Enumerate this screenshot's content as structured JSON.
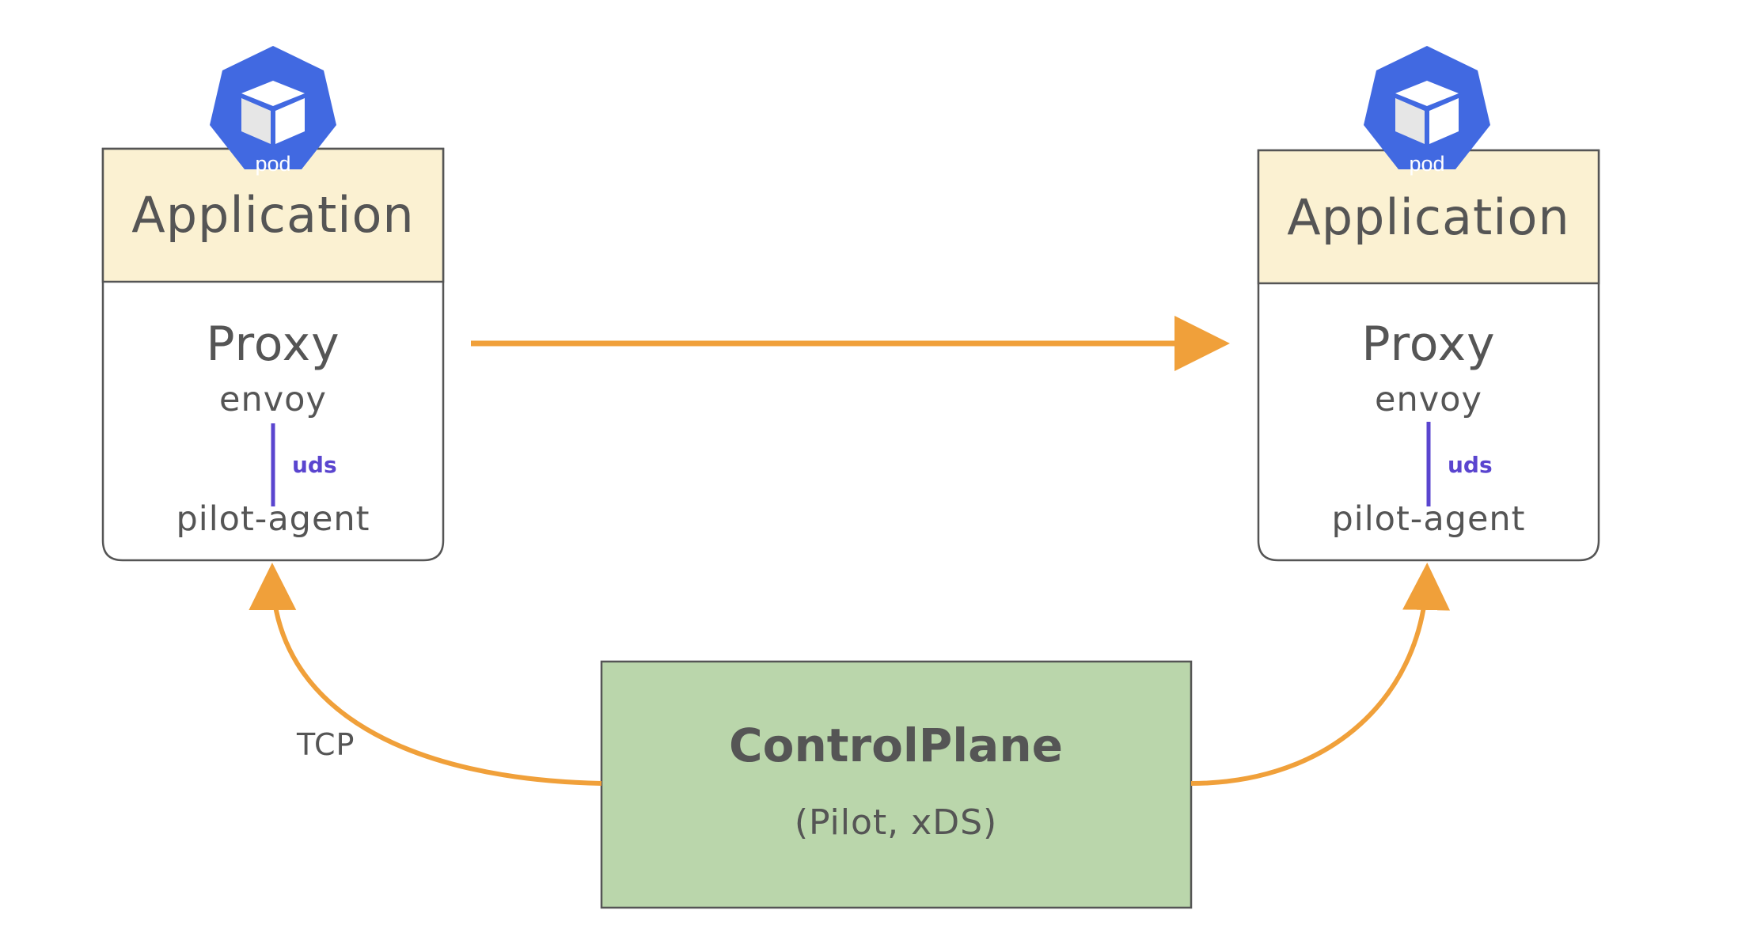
{
  "pods": [
    {
      "badge": "pod",
      "application": "Application",
      "proxy": {
        "title": "Proxy",
        "envoy": "envoy",
        "link": "uds",
        "agent": "pilot-agent"
      }
    },
    {
      "badge": "pod",
      "application": "Application",
      "proxy": {
        "title": "Proxy",
        "envoy": "envoy",
        "link": "uds",
        "agent": "pilot-agent"
      }
    }
  ],
  "control_plane": {
    "title": "ControlPlane",
    "subtitle": "(Pilot, xDS)"
  },
  "connection_label": "TCP",
  "colors": {
    "application_fill": "#fbf1d2",
    "control_plane_fill": "#bad6ab",
    "pod_badge": "#4169e1",
    "arrow": "#f0a03a",
    "uds_line": "#5a45cf",
    "border": "#555555",
    "text": "#555555"
  },
  "icons": {
    "pod_badge": "kubernetes-pod-icon"
  }
}
